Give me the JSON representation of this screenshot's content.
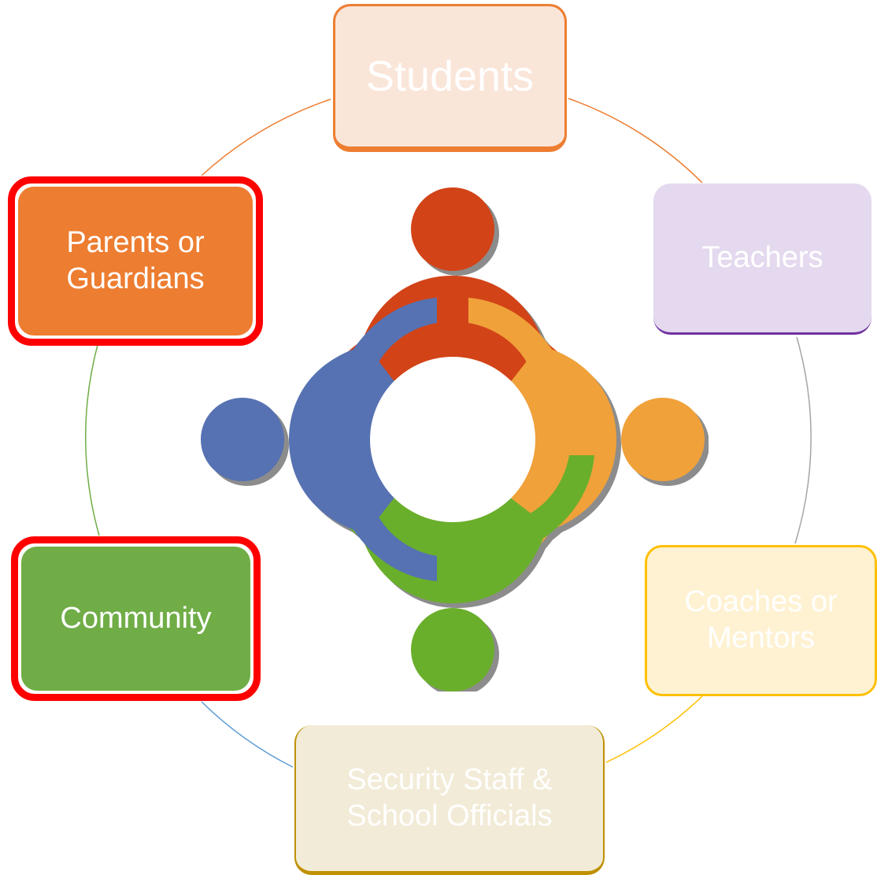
{
  "nodes": {
    "students": {
      "label": "Students",
      "fill": "#FAE5D9",
      "border": "#ED7D31",
      "text_color": "#FFFFFF"
    },
    "teachers": {
      "label": "Teachers",
      "fill": "#E4D9EE",
      "border": "#7030A0",
      "text_color": "#FFFFFF"
    },
    "coaches": {
      "label": "Coaches or\nMentors",
      "fill": "#FEF2D3",
      "border": "#FFC000",
      "text_color": "#FFFFFF"
    },
    "security": {
      "label": "Security Staff &\nSchool Officials",
      "fill": "#F2EBD7",
      "border": "#BF9000",
      "text_color": "#FFFFFF"
    },
    "parents": {
      "label": "Parents or\nGuardians",
      "fill": "#ED7D31",
      "highlight_border": "#FF0000",
      "text_color": "#FFFFFF"
    },
    "community": {
      "label": "Community",
      "fill": "#70AD47",
      "highlight_border": "#FF0000",
      "text_color": "#FFFFFF"
    }
  },
  "ring_colors": {
    "students_to_teachers": "#ED7D31",
    "teachers_to_coaches": "#A5A5A5",
    "coaches_to_security": "#FFC000",
    "security_to_community": "#5B9BD5",
    "community_to_parents": "#70AD47",
    "parents_to_students": "#ED7D31"
  },
  "people_icon": {
    "colors": {
      "top": "#D24317",
      "right": "#F0A13A",
      "bottom": "#6AAF2B",
      "left": "#5672B2",
      "shadow": "#8C8C8C"
    }
  }
}
